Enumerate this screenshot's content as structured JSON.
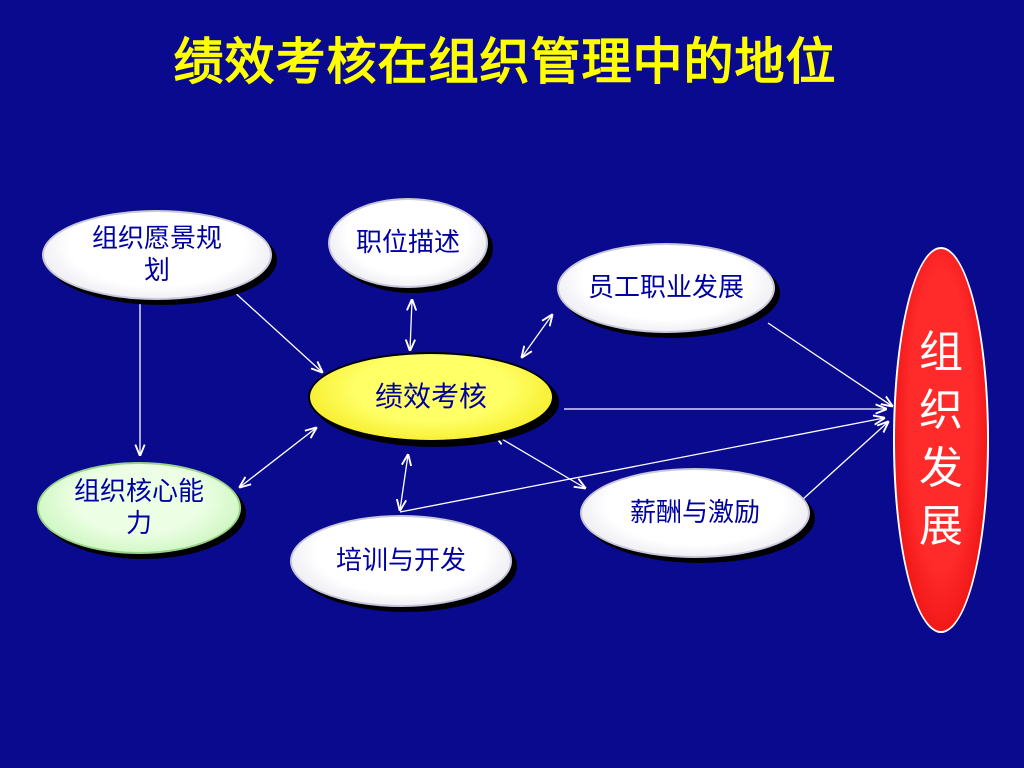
{
  "title": "绩效考核在组织管理中的地位",
  "nodes": {
    "vision": "组织愿景规划",
    "position": "职位描述",
    "career": "员工职业发展",
    "performance": "绩效考核",
    "core": "组织核心能力",
    "compensation": "薪酬与激励",
    "training": "培训与开发",
    "development": "组织发展"
  },
  "colors": {
    "background": "#0a0a8e",
    "title": "#ffff00",
    "text": "#0000a0",
    "center": "#ffff00",
    "core": "#b8f0a8",
    "goal": "#ff0000"
  }
}
